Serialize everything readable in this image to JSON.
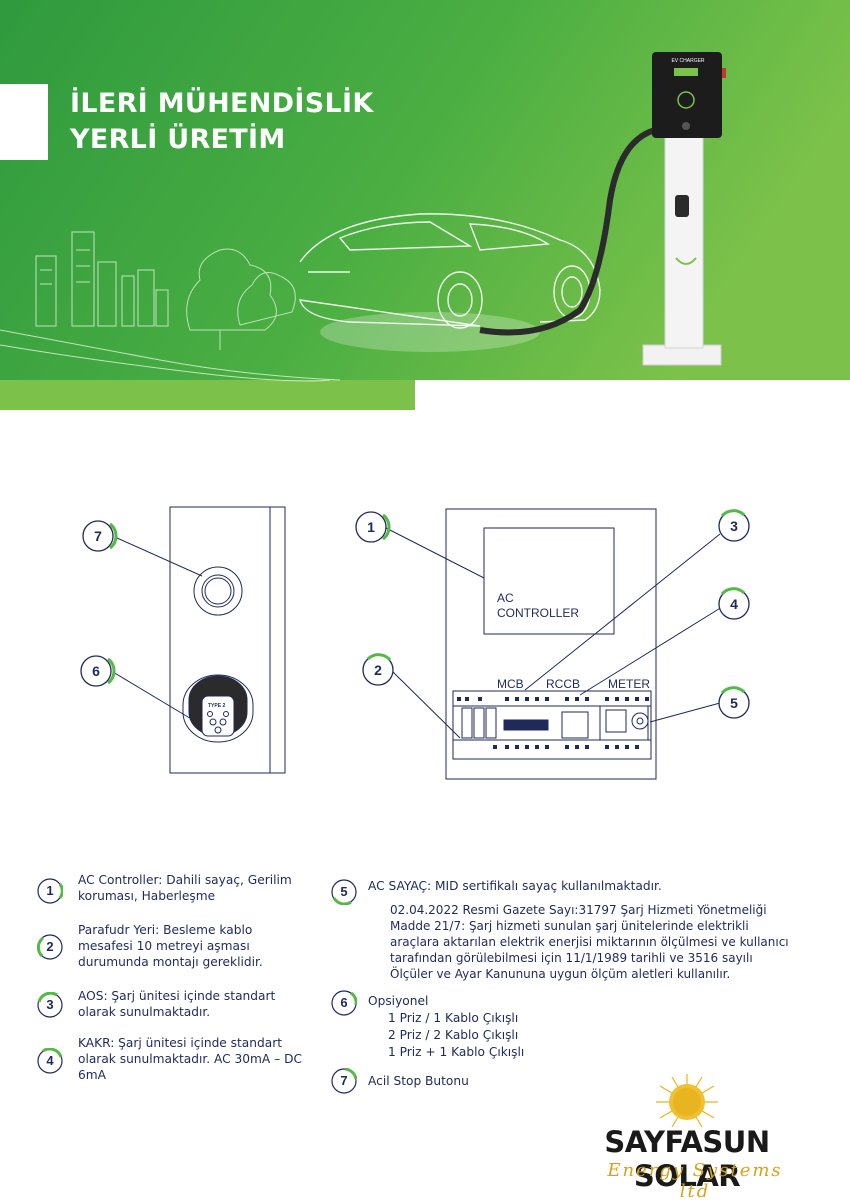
{
  "banner": {
    "title_line1": "İLERİ MÜHENDİSLİK",
    "title_line2": "YERLİ ÜRETİM",
    "charger_label": "EV CHARGER",
    "colors": {
      "green_dark": "#2f9a3e",
      "green_light": "#7cc24a",
      "white": "#ffffff"
    }
  },
  "diagram": {
    "badges": [
      "7",
      "6",
      "1",
      "2",
      "3",
      "4",
      "5"
    ],
    "ac_controller_line1": "AC",
    "ac_controller_line2": "CONTROLLER",
    "mcb_label": "MCB",
    "rccb_label": "RCCB",
    "meter_label": "METER",
    "socket_type": "TYPE 2",
    "accent": "#55b947"
  },
  "legend": {
    "left": [
      {
        "num": "1",
        "text": "AC Controller: Dahili sayaç, Gerilim koruması, Haberleşme"
      },
      {
        "num": "2",
        "text": "Parafudr Yeri: Besleme kablo mesafesi 10 metreyi aşması durumunda montajı gereklidir."
      },
      {
        "num": "3",
        "text": "AOS: Şarj ünitesi içinde standart olarak sunulmaktadır."
      },
      {
        "num": "4",
        "text": "KAKR: Şarj ünitesi içinde standart olarak sunulmaktadır. AC 30mA – DC 6mA"
      }
    ],
    "item5_title": "AC SAYAÇ: MID sertifikalı sayaç kullanılmaktadır.",
    "item5_num": "5",
    "item5_detail": "02.04.2022 Resmi Gazete Sayı:31797 Şarj Hizmeti Yönetmeliği Madde 21/7: Şarj hizmeti sunulan şarj ünitelerinde elektrikli araçlara aktarılan elektrik enerjisi miktarının ölçülmesi ve kullanıcı tarafından görülebilmesi için 11/1/1989 tarihli ve 3516 sayılı Ölçüler ve Ayar Kanununa uygun ölçüm aletleri kullanılır.",
    "item6_num": "6",
    "item6_title": "Opsiyonel",
    "item6_options": [
      "1 Priz / 1 Kablo Çıkışlı",
      "2 Priz / 2 Kablo Çıkışlı",
      "1 Priz + 1  Kablo Çıkışlı"
    ],
    "item7_num": "7",
    "item7_title": "Acil Stop Butonu"
  },
  "logo": {
    "name": "SAYFASUN SOLAR",
    "tagline": "Energy Systems ltd",
    "sun_color": "#e8b520"
  }
}
